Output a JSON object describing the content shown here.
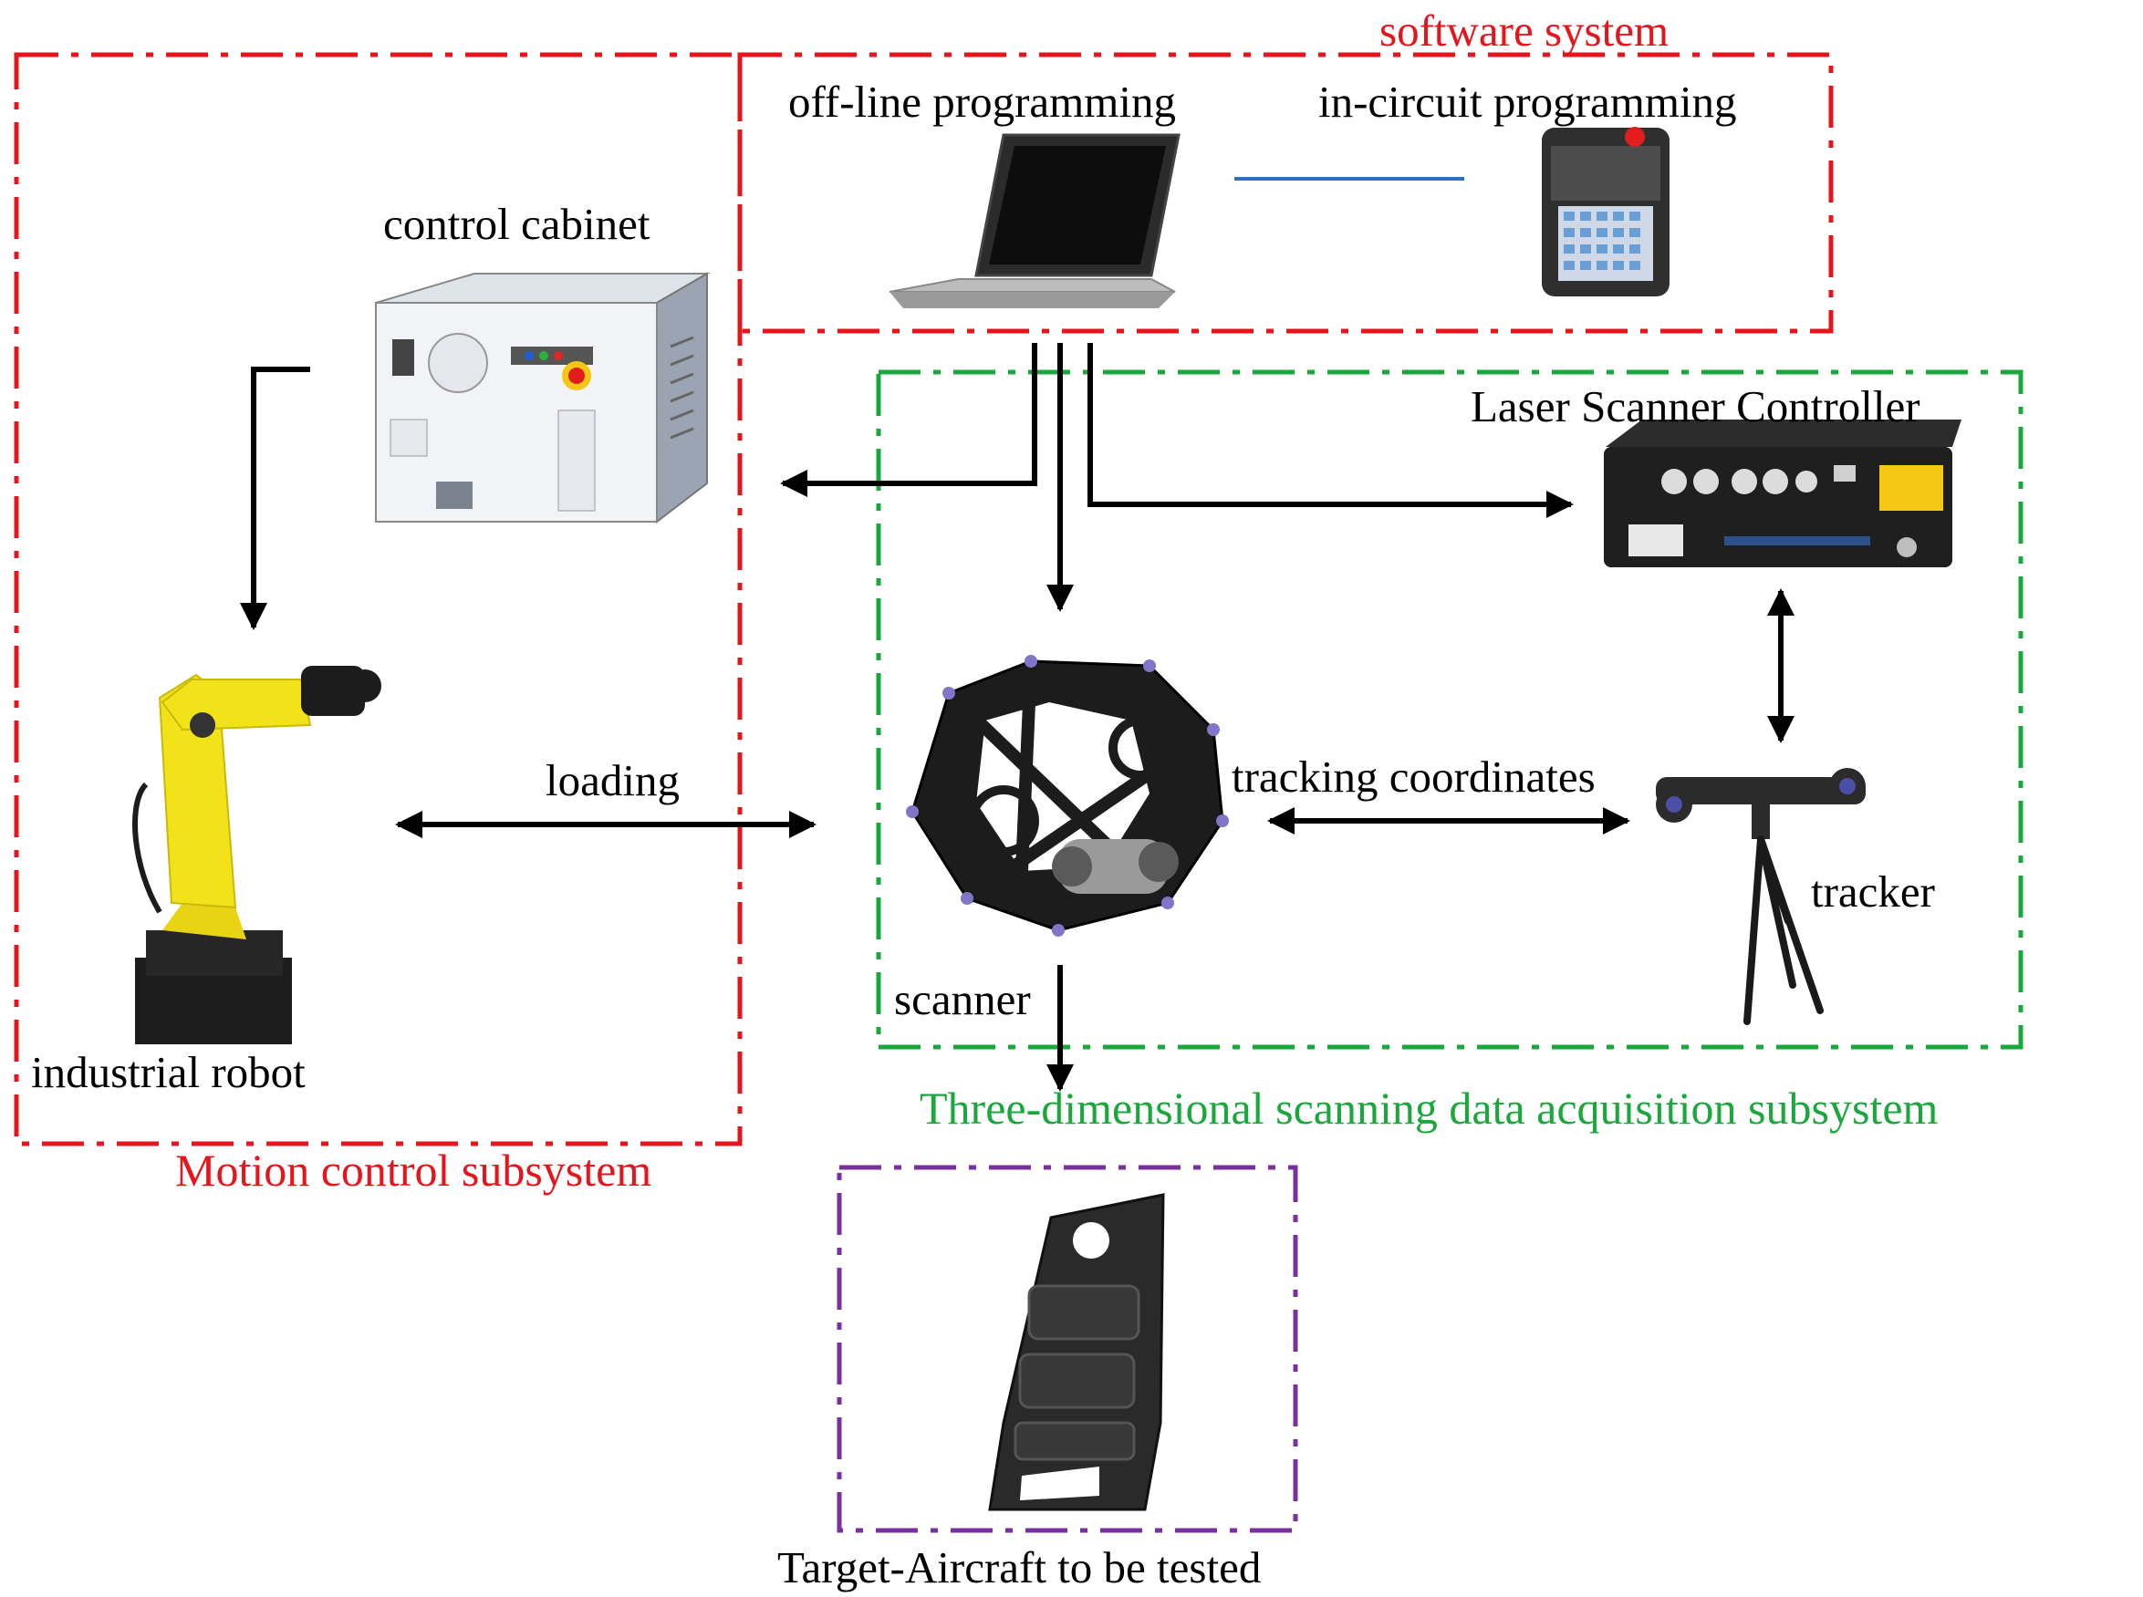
{
  "labels": {
    "software_system": "software system",
    "offline_programming": "off-line programming",
    "incircuit_programming": "in-circuit programming",
    "control_cabinet": "control cabinet",
    "laser_scanner_controller": "Laser Scanner Controller",
    "loading": "loading",
    "tracking_coordinates": "tracking coordinates",
    "tracker": "tracker",
    "scanner": "scanner",
    "industrial_robot": "industrial robot",
    "three_d_subsystem": "Three-dimensional scanning data acquisition subsystem",
    "motion_control_subsystem": "Motion control subsystem",
    "target": "Target-Aircraft to be tested"
  },
  "colors": {
    "motion_box": "#e8141c",
    "software_box": "#e8141c",
    "scanning_box": "#1aa83c",
    "target_box": "#7a2fa0",
    "connector_blue": "#2e6fbf",
    "arrows": "#000000",
    "robot": "#f2e21a"
  }
}
